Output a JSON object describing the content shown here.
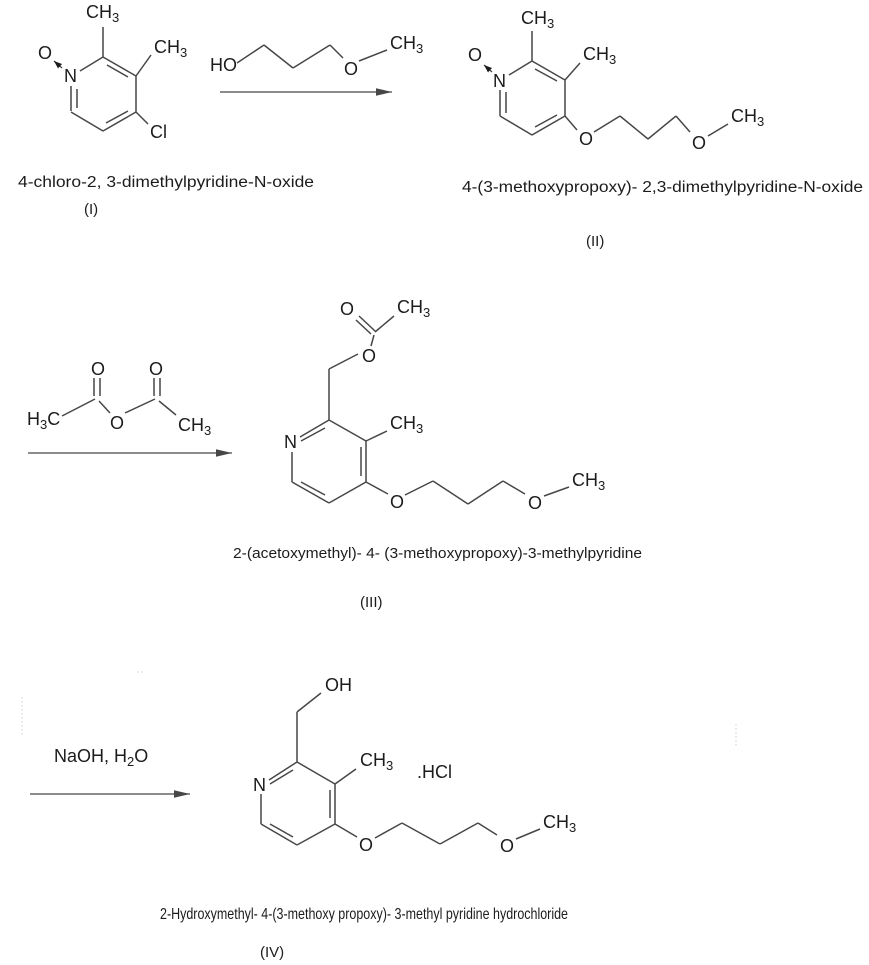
{
  "colors": {
    "background": "#ffffff",
    "bond": "#474747",
    "text": "#1c1c1c",
    "artifact": "#cfcfcf"
  },
  "tokens": {
    "O": "O",
    "N": "N",
    "Cl": "Cl",
    "CH": "CH",
    "sub3": "3",
    "sub2": "2",
    "HO": "HO",
    "OH": "OH",
    "H": "H",
    "C": "C",
    "HCl": ".HCl",
    "naoh_prefix": "NaOH, H",
    "naoh_suffix": "O"
  },
  "compounds": {
    "i": {
      "caption": "4-chloro-2, 3-dimethylpyridine-N-oxide",
      "numeral": "(I)"
    },
    "ii": {
      "caption": "4-(3-methoxypropoxy)- 2,3-dimethylpyridine-N-oxide",
      "numeral": "(II)"
    },
    "iii": {
      "caption": "2-(acetoxymethyl)- 4- (3-methoxypropoxy)-3-methylpyridine",
      "numeral": "(III)"
    },
    "iv": {
      "caption": "2-Hydroxymethyl- 4-(3-methoxy propoxy)- 3-methyl pyridine hydrochloride",
      "numeral": "(IV)"
    }
  }
}
